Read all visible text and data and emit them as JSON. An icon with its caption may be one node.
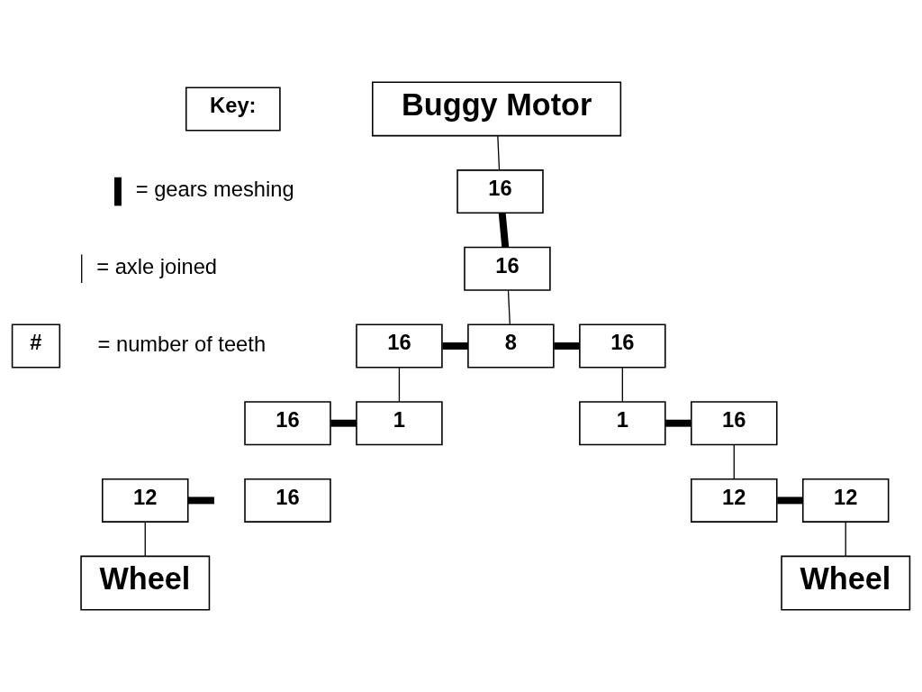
{
  "diagram": {
    "nodes": [
      {
        "text": [
          "Key:"
        ]
      },
      {
        "text": [
          "#"
        ]
      },
      {
        "text": [
          "Buggy Motor"
        ]
      },
      {
        "text": [
          "16"
        ]
      },
      {
        "text": [
          "16"
        ]
      },
      {
        "text": [
          "16"
        ]
      },
      {
        "text": [
          "8"
        ]
      },
      {
        "text": [
          "16"
        ]
      },
      {
        "text": [
          "16"
        ]
      },
      {
        "text": [
          "16"
        ]
      },
      {
        "text": [
          "1"
        ]
      },
      {
        "text": [
          "12"
        ]
      },
      {
        "text": [
          "Wheel"
        ]
      },
      {
        "text": [
          "1"
        ]
      },
      {
        "text": [
          "16"
        ]
      },
      {
        "text": [
          "12"
        ]
      },
      {
        "text": [
          "12"
        ]
      },
      {
        "text": [
          "Wheel"
        ]
      }
    ],
    "edges": [
      {
        "from": 2,
        "to": 3,
        "arrow": "none"
      },
      {
        "from": 3,
        "to": 4,
        "arrow": "none",
        "style": "thick"
      },
      {
        "from": 4,
        "to": 6,
        "arrow": "none"
      },
      {
        "from": 5,
        "to": 6,
        "arrow": "none",
        "style": "thick"
      },
      {
        "from": 6,
        "to": 7,
        "arrow": "none",
        "style": "thick"
      },
      {
        "from": 5,
        "to": 10,
        "arrow": "none"
      },
      {
        "from": 7,
        "to": 13,
        "arrow": "none"
      },
      {
        "from": 8,
        "to": 10,
        "arrow": "none",
        "style": "thick"
      },
      {
        "from": 13,
        "to": 14,
        "arrow": "none",
        "style": "thick"
      },
      {
        "from": 14,
        "to": 15,
        "arrow": "none"
      },
      {
        "from": 11,
        "to": null,
        "arrow": "none",
        "style": "thick"
      },
      {
        "from": 15,
        "to": 16,
        "arrow": "none",
        "style": "thick"
      },
      {
        "from": 11,
        "to": 12,
        "arrow": "none"
      },
      {
        "from": 16,
        "to": 17,
        "arrow": "none"
      }
    ],
    "legend": [
      {
        "text": "= gears meshing"
      },
      {
        "text": "= axle joined"
      },
      {
        "text": "= number of teeth"
      }
    ]
  }
}
